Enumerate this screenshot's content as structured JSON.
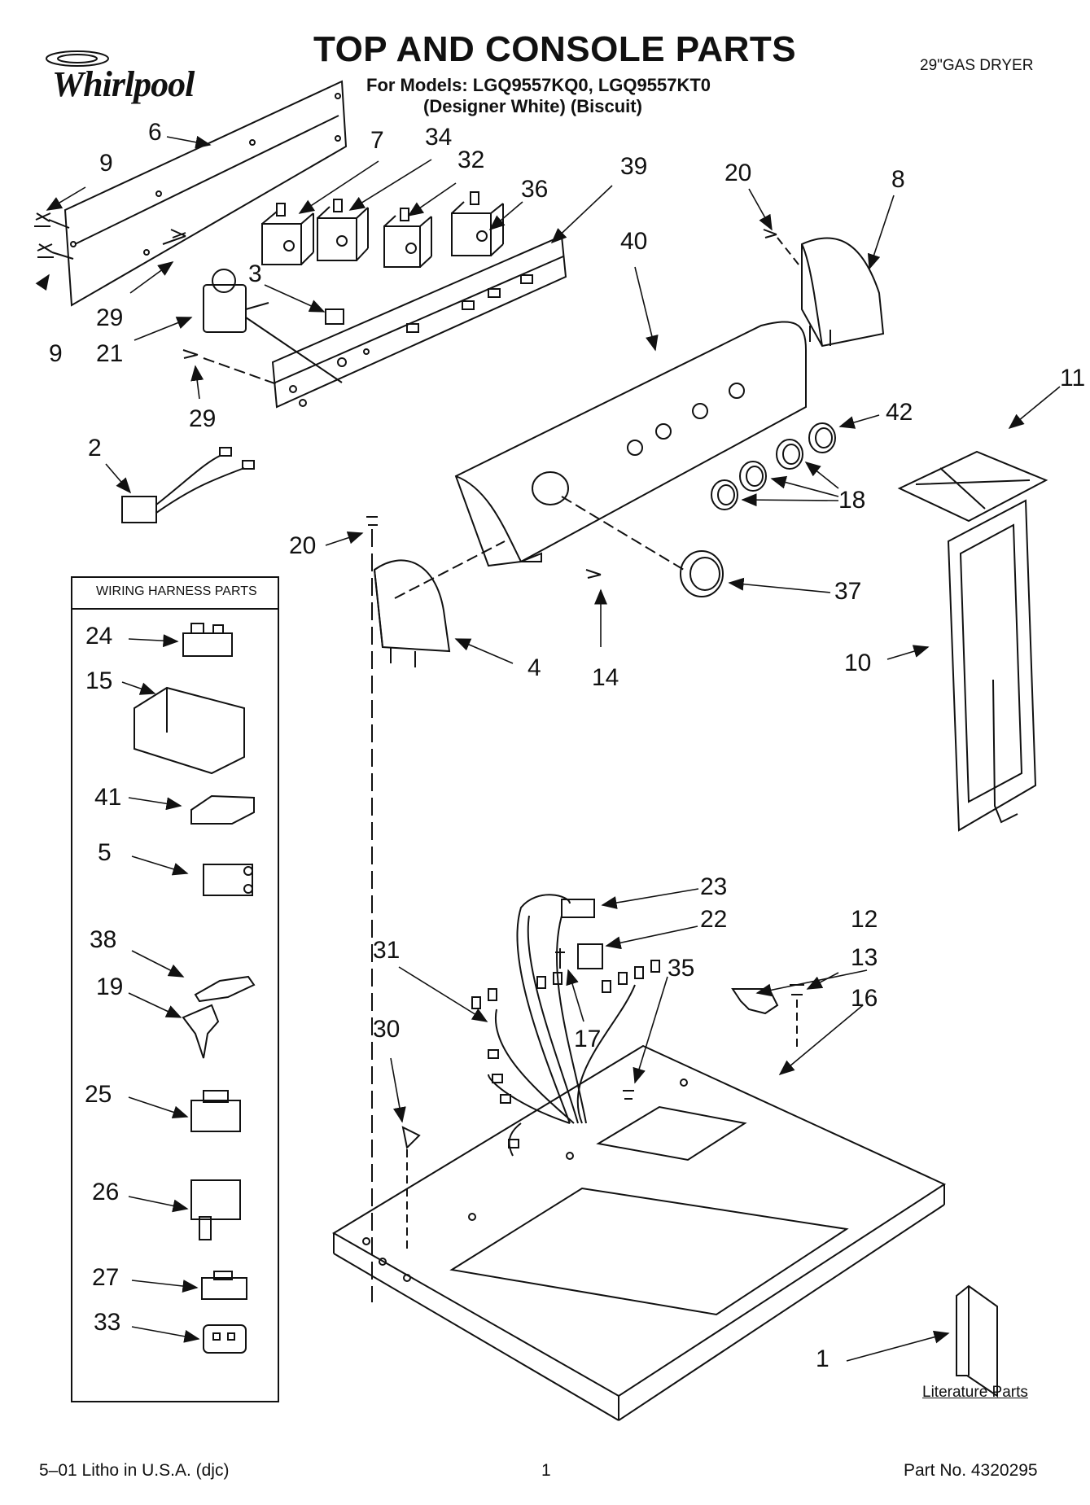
{
  "brand": {
    "name": "Whirlpool"
  },
  "header": {
    "title": "TOP AND CONSOLE PARTS",
    "models_line": "For Models: LGQ9557KQ0, LGQ9557KT0",
    "colors_line": "(Designer White)  (Biscuit)",
    "product": "29\"GAS DRYER"
  },
  "harness_box": {
    "title": "WIRING HARNESS PARTS"
  },
  "literature": {
    "label": "Literature Parts"
  },
  "footer": {
    "litho": "5–01 Litho in U.S.A. (djc)",
    "page": "1",
    "part_no": "Part No. 4320295"
  },
  "callouts": [
    "6",
    "9",
    "7",
    "34",
    "32",
    "36",
    "39",
    "20",
    "8",
    "40",
    "29",
    "9",
    "21",
    "3",
    "29",
    "2",
    "42",
    "11",
    "18",
    "20",
    "37",
    "4",
    "14",
    "10",
    "23",
    "22",
    "12",
    "31",
    "35",
    "13",
    "16",
    "17",
    "30",
    "1",
    "24",
    "15",
    "41",
    "5",
    "38",
    "19",
    "25",
    "26",
    "27",
    "33"
  ],
  "icons": [
    "whirlpool-swirl-logo"
  ]
}
